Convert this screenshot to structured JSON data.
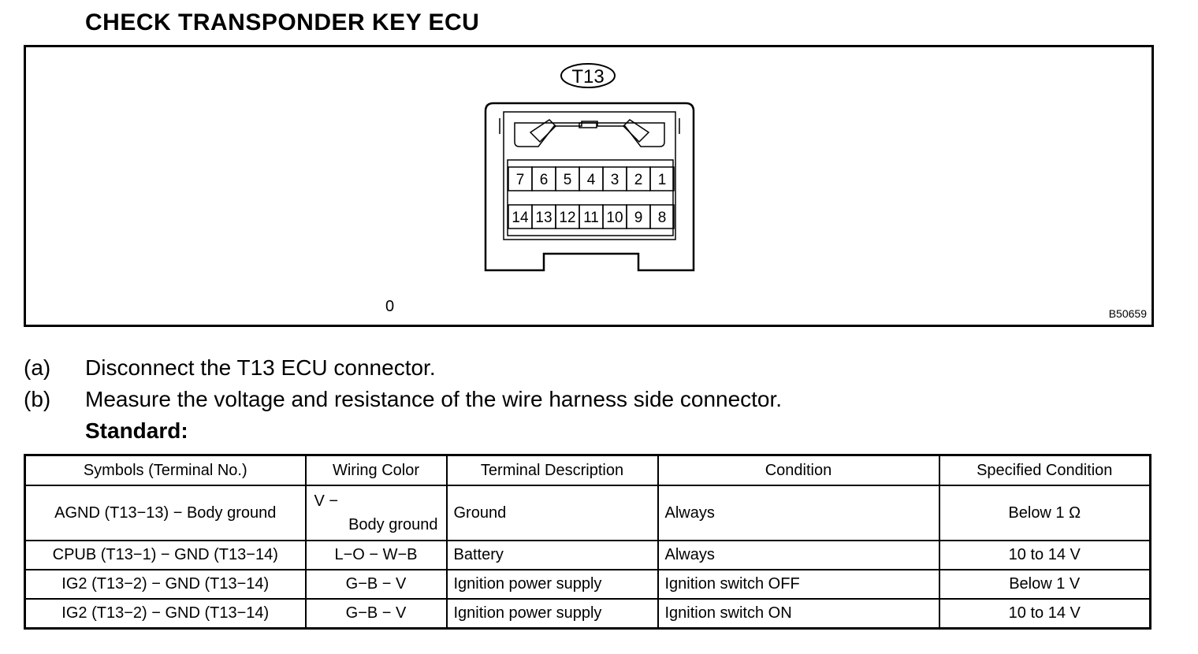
{
  "title": "CHECK TRANSPONDER KEY ECU",
  "figure": {
    "connector_label": "T13",
    "top_row": [
      "7",
      "6",
      "5",
      "4",
      "3",
      "2",
      "1"
    ],
    "bottom_row": [
      "14",
      "13",
      "12",
      "11",
      "10",
      "9",
      "8"
    ],
    "note": "0",
    "code": "B50659"
  },
  "steps": [
    {
      "label": "(a)",
      "text": "Disconnect the T13 ECU connector."
    },
    {
      "label": "(b)",
      "text": "Measure the voltage and resistance of the wire harness side connector."
    }
  ],
  "standard_label": "Standard:",
  "table": {
    "headers": [
      "Symbols (Terminal No.)",
      "Wiring Color",
      "Terminal Description",
      "Condition",
      "Specified Condition"
    ],
    "rows": [
      {
        "symbol": "AGND (T13−13) − Body ground",
        "color_a": "V −",
        "color_b": "Body ground",
        "desc": "Ground",
        "cond": "Always",
        "spec": "Below 1 Ω"
      },
      {
        "symbol": "CPUB (T13−1) − GND (T13−14)",
        "color": "L−O − W−B",
        "desc": "Battery",
        "cond": "Always",
        "spec": "10 to 14 V"
      },
      {
        "symbol": "IG2 (T13−2) − GND (T13−14)",
        "color": "G−B − V",
        "desc": "Ignition power supply",
        "cond": "Ignition switch OFF",
        "spec": "Below 1 V"
      },
      {
        "symbol": "IG2 (T13−2) − GND (T13−14)",
        "color": "G−B − V",
        "desc": "Ignition power supply",
        "cond": "Ignition switch ON",
        "spec": "10 to 14 V"
      }
    ]
  }
}
